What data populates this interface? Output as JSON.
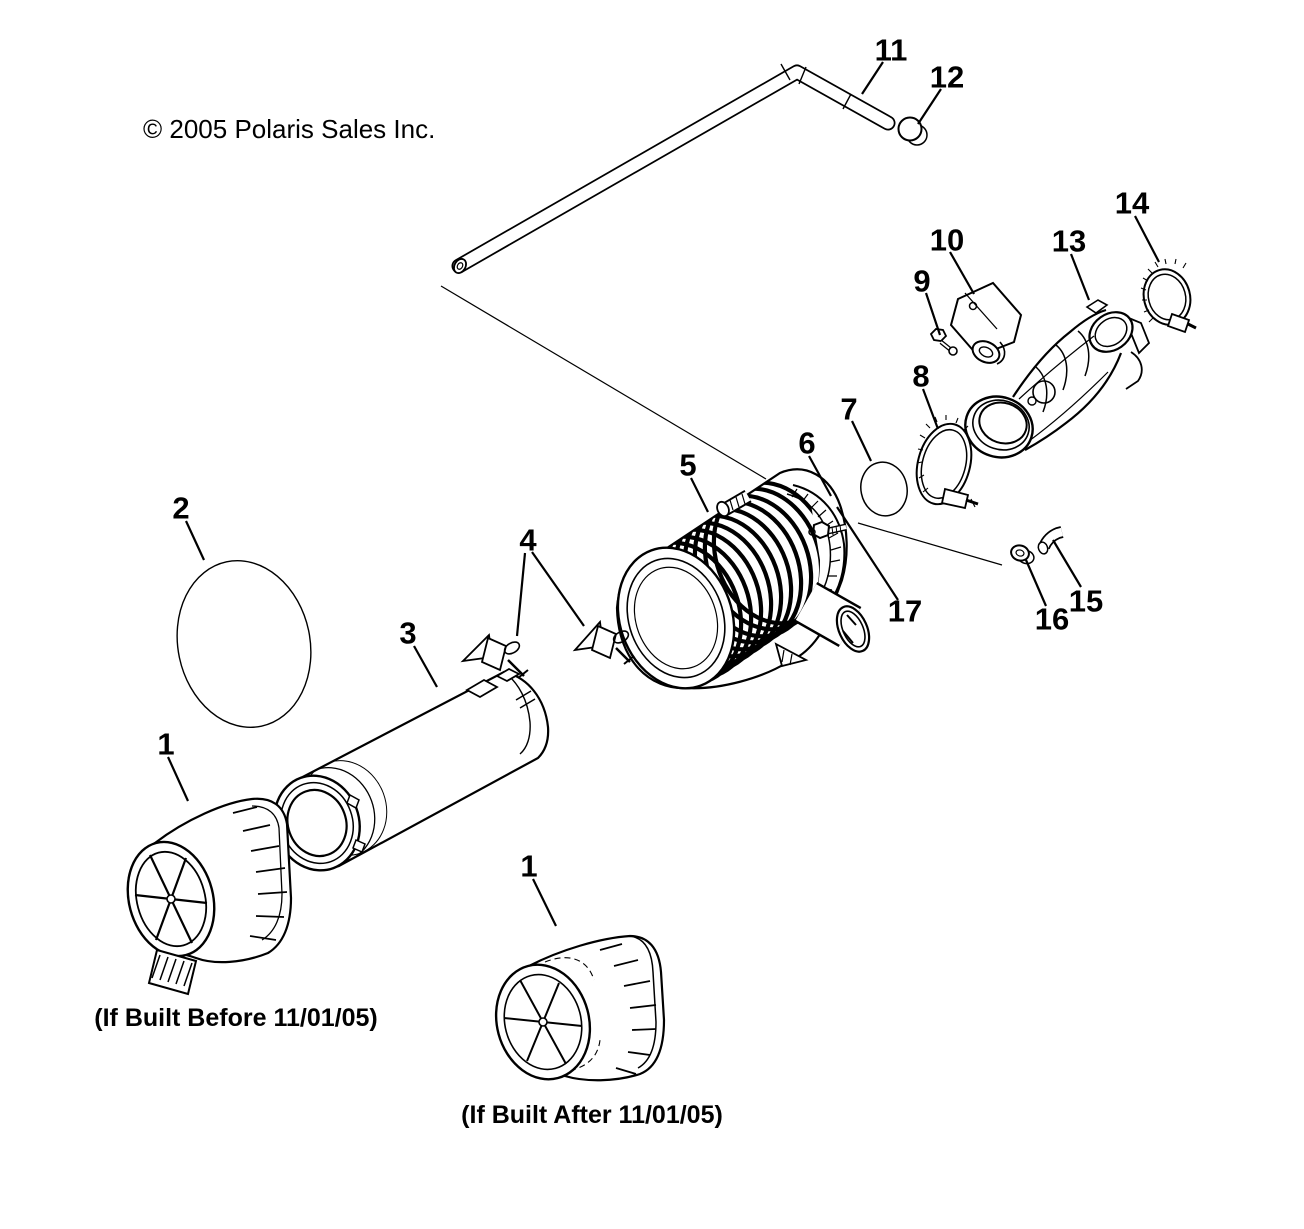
{
  "diagram": {
    "copyright": "© 2005 Polaris Sales Inc.",
    "caption_before": "(If Built Before 11/01/05)",
    "caption_after": "(If Built After 11/01/05)",
    "colors": {
      "line": "#000000",
      "background": "#ffffff"
    },
    "callouts": [
      {
        "label": "1"
      },
      {
        "label": "1"
      },
      {
        "label": "2"
      },
      {
        "label": "3"
      },
      {
        "label": "4"
      },
      {
        "label": "5"
      },
      {
        "label": "6"
      },
      {
        "label": "7"
      },
      {
        "label": "8"
      },
      {
        "label": "9"
      },
      {
        "label": "10"
      },
      {
        "label": "11"
      },
      {
        "label": "12"
      },
      {
        "label": "13"
      },
      {
        "label": "14"
      },
      {
        "label": "15"
      },
      {
        "label": "16"
      },
      {
        "label": "17"
      }
    ]
  }
}
